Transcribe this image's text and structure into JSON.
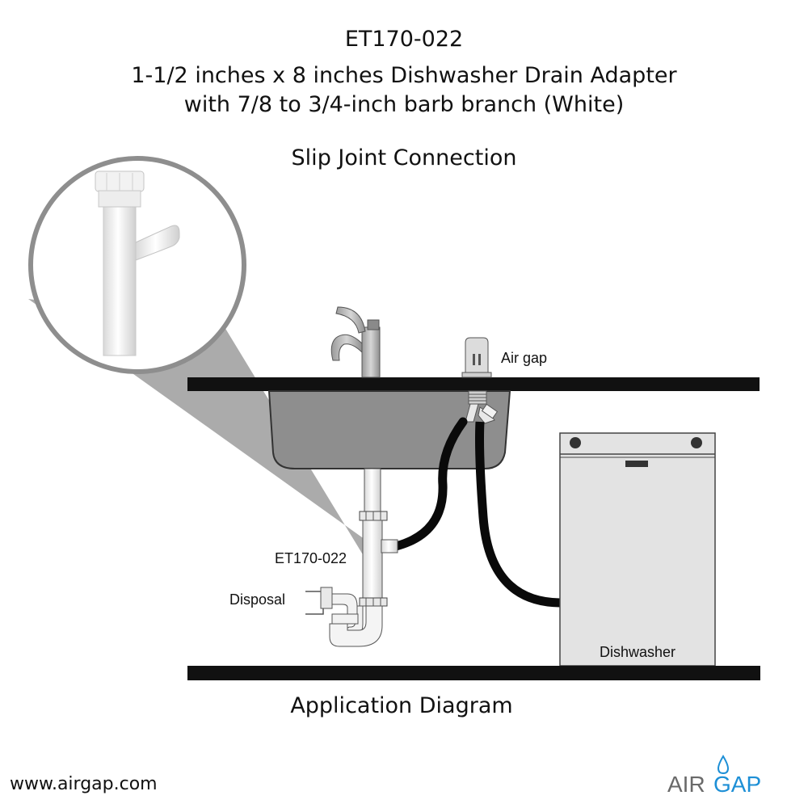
{
  "header": {
    "product_code": "ET170-022",
    "description_line1": "1-1/2 inches x 8 inches Dishwasher Drain Adapter",
    "description_line2": "with 7/8 to 3/4-inch barb branch (White)",
    "connection_type": "Slip Joint Connection"
  },
  "diagram": {
    "labels": {
      "air_gap": "Air gap",
      "adapter": "ET170-022",
      "disposal": "Disposal",
      "dishwasher": "Dishwasher"
    },
    "caption": "Application Diagram"
  },
  "footer": {
    "website": "www.airgap.com",
    "logo_left": "AIR",
    "logo_right": "GAP"
  },
  "colors": {
    "logo_gray": "#6a6a6a",
    "logo_blue": "#1d8fd6",
    "hose": "#0a0a0a",
    "dishwasher_body": "#e3e3e3"
  },
  "icons": {
    "logo": "water-drop-icon"
  }
}
